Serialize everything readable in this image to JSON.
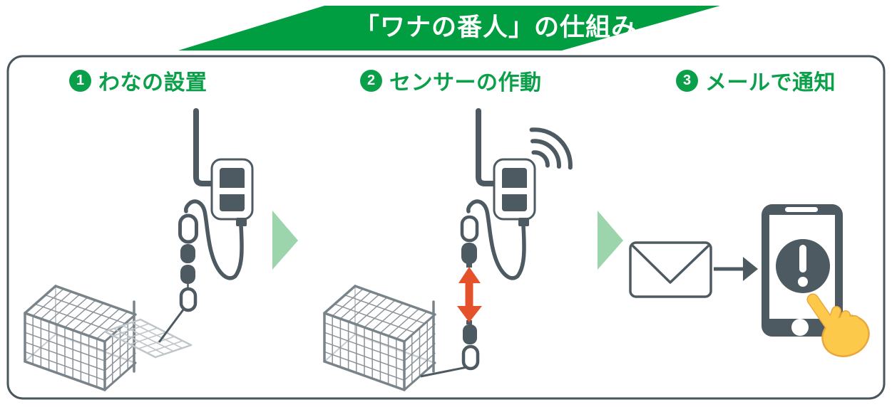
{
  "title": "「ワナの番人」の仕組み",
  "steps": [
    {
      "num": "1",
      "label": "わなの設置"
    },
    {
      "num": "2",
      "label": "センサーの作動"
    },
    {
      "num": "3",
      "label": "メールで通知"
    }
  ],
  "icons": {
    "step_arrow": "next-step-arrow-icon",
    "device": "sensor-transmitter-icon",
    "antenna": "antenna-icon",
    "wifi": "wifi-waves-icon",
    "cage": "trap-cage-icon",
    "door": "trap-door-icon",
    "chain": "pull-sensor-chain-icon",
    "pull_arrow": "pull-apart-arrow-icon",
    "envelope": "email-envelope-icon",
    "send_arrow": "send-arrow-icon",
    "phone": "smartphone-icon",
    "alert": "alert-exclamation-icon",
    "hand": "tap-hand-icon"
  },
  "colors": {
    "banner_green": "#009e40",
    "step_green": "#0aa04a",
    "arrow_green": "#9cd5ac",
    "slate": "#4d5a62",
    "cage_gray": "#8b9298",
    "cage_dark": "#79838a",
    "cage_light": "#c6cccf",
    "door_gray": "#bfc6c9",
    "alert_orange": "#e5512a",
    "hand_yellow": "#fcc94b",
    "hand_shade": "#eaa73e",
    "box_border": "#4a565e"
  }
}
